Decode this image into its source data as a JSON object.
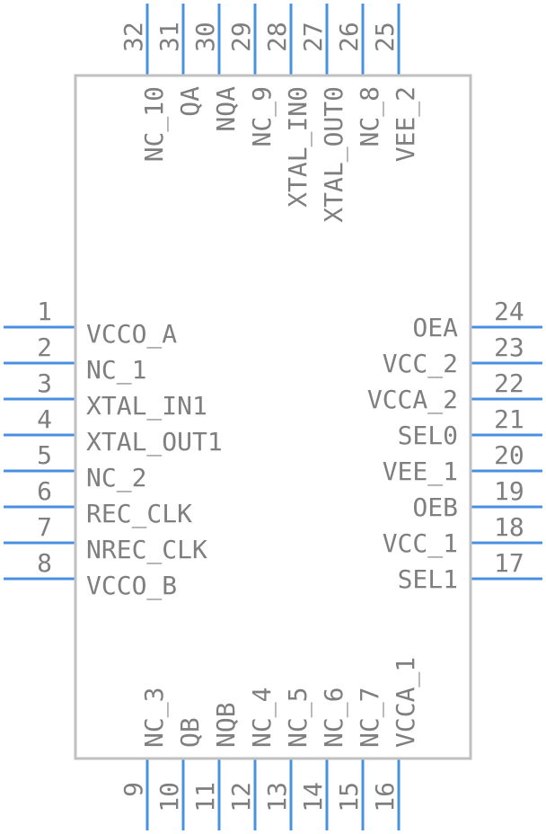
{
  "colors": {
    "body_stroke": "#c0c0c0",
    "pin": "#4a90e2",
    "text": "#7f7f7f",
    "background": "#ffffff"
  },
  "pins": {
    "left": [
      {
        "num": "1",
        "name": "VCCO_A"
      },
      {
        "num": "2",
        "name": "NC_1"
      },
      {
        "num": "3",
        "name": "XTAL_IN1"
      },
      {
        "num": "4",
        "name": "XTAL_OUT1"
      },
      {
        "num": "5",
        "name": "NC_2"
      },
      {
        "num": "6",
        "name": "REC_CLK"
      },
      {
        "num": "7",
        "name": "NREC_CLK"
      },
      {
        "num": "8",
        "name": "VCCO_B"
      }
    ],
    "right": [
      {
        "num": "24",
        "name": "OEA"
      },
      {
        "num": "23",
        "name": "VCC_2"
      },
      {
        "num": "22",
        "name": "VCCA_2"
      },
      {
        "num": "21",
        "name": "SEL0"
      },
      {
        "num": "20",
        "name": "VEE_1"
      },
      {
        "num": "19",
        "name": "OEB"
      },
      {
        "num": "18",
        "name": "VCC_1"
      },
      {
        "num": "17",
        "name": "SEL1"
      }
    ],
    "top": [
      {
        "num": "32",
        "name": "NC_10"
      },
      {
        "num": "31",
        "name": "QA"
      },
      {
        "num": "30",
        "name": "NQA"
      },
      {
        "num": "29",
        "name": "NC_9"
      },
      {
        "num": "28",
        "name": "XTAL_IN0"
      },
      {
        "num": "27",
        "name": "XTAL_OUT0"
      },
      {
        "num": "26",
        "name": "NC_8"
      },
      {
        "num": "25",
        "name": "VEE_2"
      }
    ],
    "bottom": [
      {
        "num": "9",
        "name": "NC_3"
      },
      {
        "num": "10",
        "name": "QB"
      },
      {
        "num": "11",
        "name": "NQB"
      },
      {
        "num": "12",
        "name": "NC_4"
      },
      {
        "num": "13",
        "name": "NC_5"
      },
      {
        "num": "14",
        "name": "NC_6"
      },
      {
        "num": "15",
        "name": "NC_7"
      },
      {
        "num": "16",
        "name": "VCCA_1"
      }
    ]
  }
}
